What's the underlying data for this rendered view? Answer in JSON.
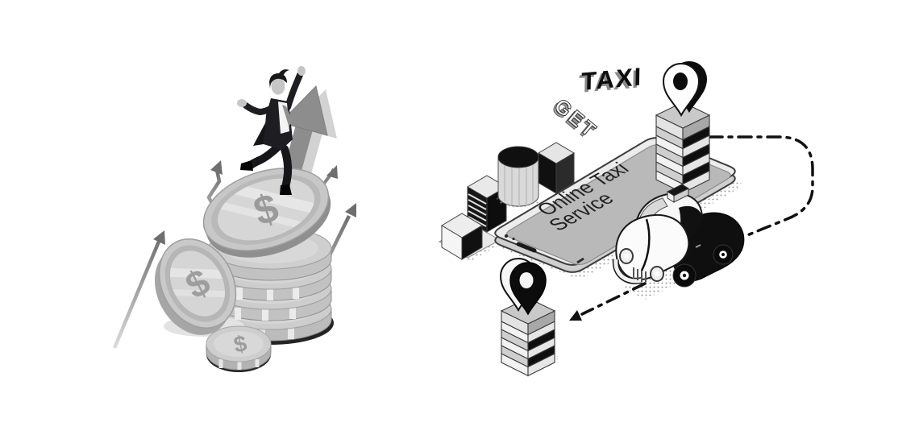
{
  "canvas": {
    "background": "#ffffff"
  },
  "left_illustration": {
    "currency_symbol": "$",
    "icons": [
      "growth-arrow",
      "zigzag-arrow",
      "coin-stack",
      "leaning-coin",
      "small-coin",
      "jumping-businessman"
    ],
    "colors": {
      "coin_face": "#cdcdcd",
      "coin_rim": "#a8a8a8",
      "coin_inner": "#d7d7d7",
      "dollar_sign": "#9b9b9b",
      "big_arrow": "#8d8d8d",
      "arrow_light": "#c4c4c4",
      "suit": "#1e1e22",
      "skin": "#c6c6c6",
      "stack_base_shadow": "#232323"
    }
  },
  "right_illustration": {
    "logo": {
      "top_word": "GET",
      "main_word": "TAXI"
    },
    "phone_screen": {
      "line1": "Online Taxi",
      "line2": "Service"
    },
    "icons": [
      "location-pin",
      "pin-tower",
      "smartphone",
      "taxi-car",
      "city-buildings",
      "route-dashes"
    ],
    "colors": {
      "screen": "#b9b9b9",
      "phone_rim": "#ececec",
      "outline": "#3c3c3c",
      "band_dark": "#0f0f0f",
      "band_light": "#f2f2f2",
      "tower_cap": "#c9c9c9",
      "route": "#111111",
      "car_black": "#0f0f0f",
      "car_white": "#fafafa"
    }
  }
}
